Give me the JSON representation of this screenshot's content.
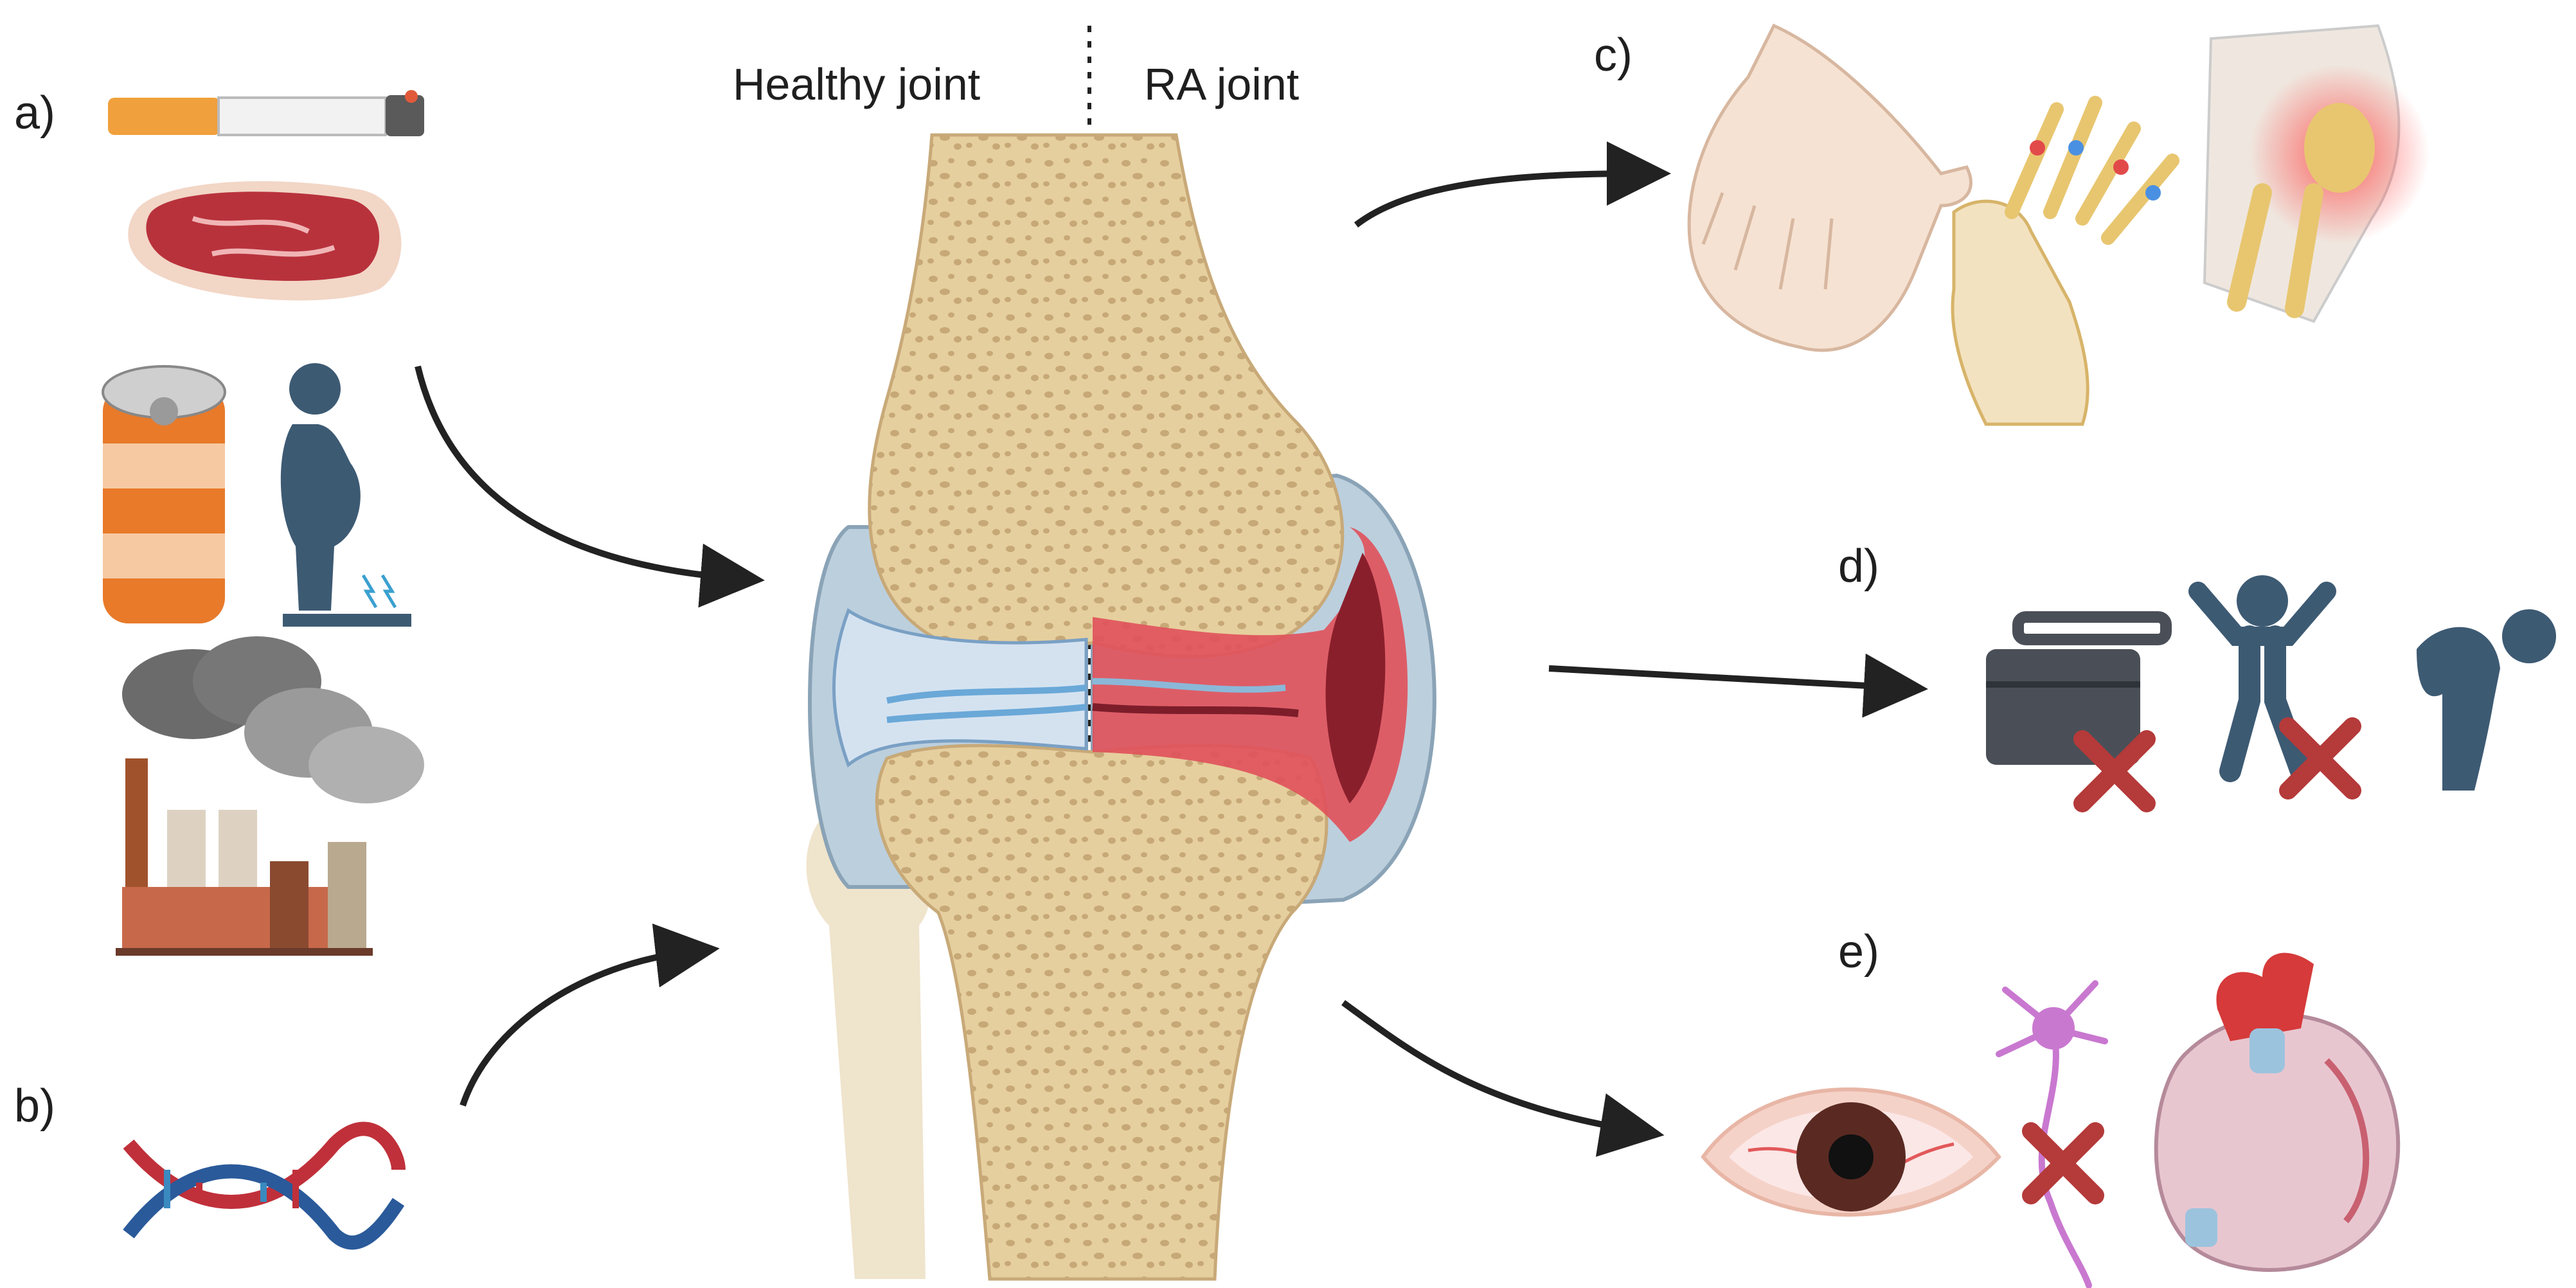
{
  "titles": {
    "healthy": "Healthy joint",
    "ra": "RA joint"
  },
  "panel_labels": {
    "a": "a)",
    "b": "b)",
    "c": "c)",
    "d": "d)",
    "e": "e)"
  },
  "icons": [
    "cigarette-icon",
    "red-meat-icon",
    "soda-can-icon",
    "obesity-icon",
    "factory-pollution-icon",
    "dna-icon",
    "deformed-hand-icon",
    "hand-xray-icon",
    "inflamed-knee-icon",
    "briefcase-icon",
    "jumping-person-icon",
    "fatigued-person-icon",
    "red-eye-icon",
    "neuron-icon",
    "heart-icon",
    "cross-mark-icon"
  ],
  "colors": {
    "bone": "#e6cf9e",
    "bone_pattern": "#b89a6b",
    "synovium": "#9fb6c6",
    "cartilage": "#a8c8e0",
    "inflammation": "#e0505a",
    "arrow": "#222222",
    "icon_blue": "#3d5a73",
    "cross": "#b53a3a"
  }
}
